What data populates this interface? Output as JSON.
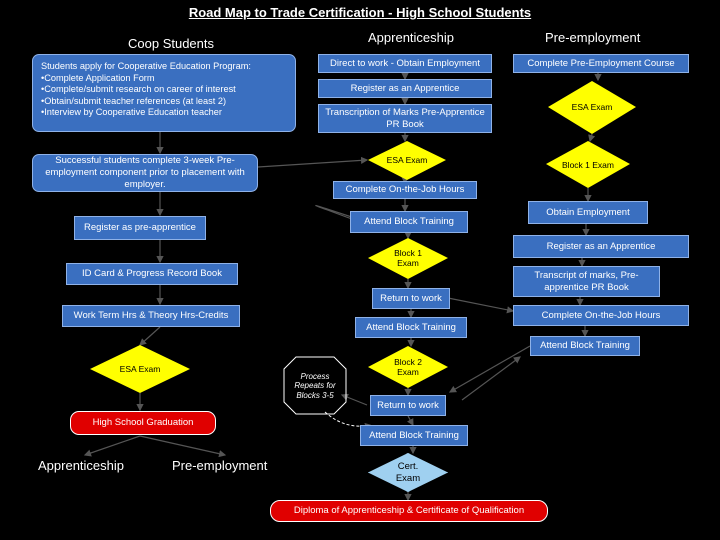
{
  "title": "Road Map to Trade Certification - High School Students",
  "headings": {
    "coop": "Coop Students",
    "apprenticeship": "Apprenticeship",
    "preemployment": "Pre-employment"
  },
  "coop": {
    "intro": "Students apply for Cooperative Education Program:",
    "bullets": [
      "Complete Application Form",
      "Complete/submit research on career of interest",
      "Obtain/submit teacher references (at least 2)",
      "Interview by Cooperative Education teacher"
    ],
    "bullet_char": "•",
    "successful": "Successful students complete 3-week Pre-employment component prior to placement with employer.",
    "register_pre": "Register as pre-apprentice",
    "id_card": "ID Card & Progress Record Book",
    "work_term": "Work Term Hrs & Theory Hrs-Credits",
    "esa_exam": "ESA Exam",
    "graduation": "High School Graduation",
    "bottom_apprenticeship": "Apprenticeship",
    "bottom_preemployment": "Pre-employment"
  },
  "apprenticeship": {
    "direct_to_work": "Direct to work - Obtain Employment",
    "register_apprentice": "Register as an Apprentice",
    "transcription": "Transcription of Marks Pre-Apprentice PR Book",
    "esa_exam": "ESA Exam",
    "complete_ojt": "Complete On-the-Job Hours",
    "attend_block_1": "Attend Block Training",
    "block1_exam": "Block 1 Exam",
    "return_to_work_1": "Return to work",
    "attend_block_2": "Attend Block Training",
    "block2_exam": "Block 2 Exam",
    "return_to_work_2": "Return to work",
    "attend_block_3": "Attend Block Training",
    "cert_exam": "Cert. Exam",
    "process_repeats": "Process Repeats for Blocks 3-5",
    "diploma": "Diploma of Apprenticeship & Certificate of Qualification"
  },
  "preemployment": {
    "complete_course": "Complete Pre-Employment Course",
    "esa_exam": "ESA Exam",
    "block1_exam": "Block 1 Exam",
    "obtain_employment": "Obtain Employment",
    "register_apprentice": "Register as an Apprentice",
    "transcript": "Transcript of marks, Pre- apprentice PR Book",
    "complete_ojt": "Complete On-the-Job Hours",
    "attend_block": "Attend Block Training"
  },
  "colors": {
    "background": "#000000",
    "box_blue": "#3a6fc0",
    "diamond_yellow": "#ffff00",
    "graduation_red": "#e00000",
    "cert_blue": "#9fd0f0",
    "arrow": "#555555"
  }
}
